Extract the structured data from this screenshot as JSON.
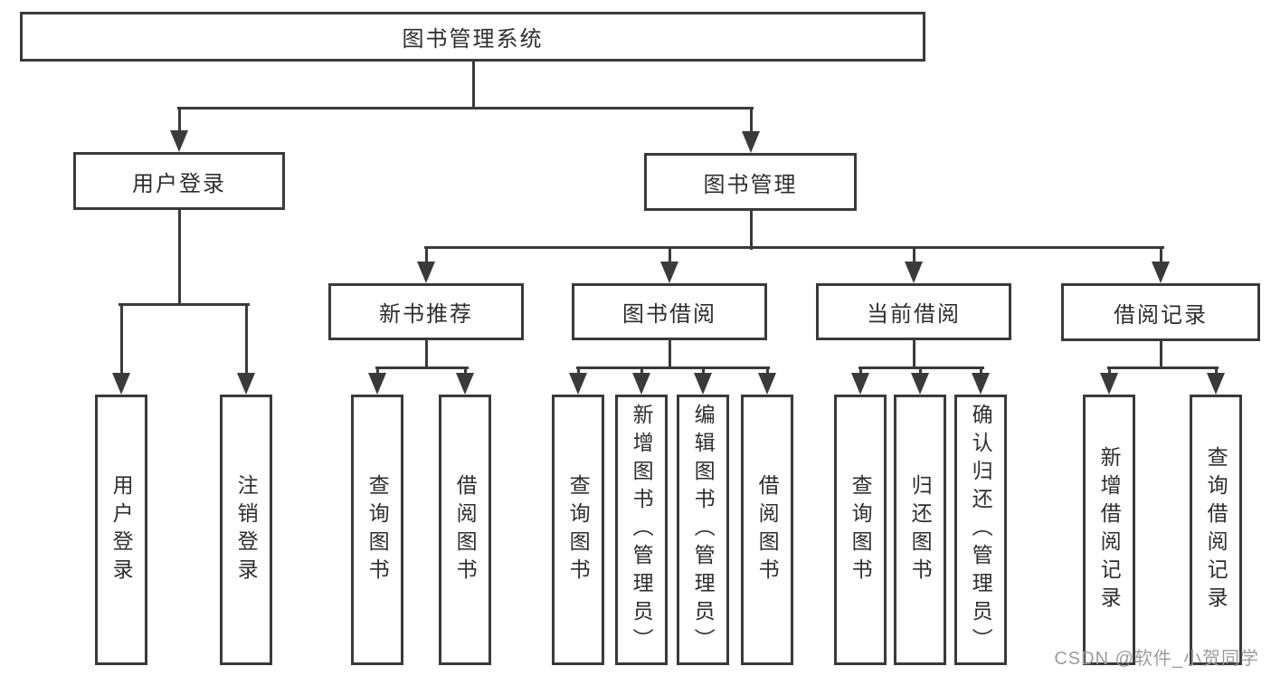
{
  "nodes": {
    "root": "图书管理系统",
    "user_login": "用户登录",
    "book_mgmt": "图书管理",
    "new_rec": "新书推荐",
    "borrow": "图书借阅",
    "current": "当前借阅",
    "records": "借阅记录",
    "ul_login": "用户登录",
    "ul_logout": "注销登录",
    "nr_query": "查询图书",
    "nr_borrow": "借阅图书",
    "bb_query": "查询图书",
    "bb_add": "新增图书（管理员）",
    "bb_edit": "编辑图书（管理员）",
    "bb_borrow": "借阅图书",
    "cb_query": "查询图书",
    "cb_return": "归还图书",
    "cb_confirm": "确认归还（管理员）",
    "br_add": "新增借阅记录",
    "br_query": "查询借阅记录"
  },
  "hierarchy": {
    "图书管理系统": {
      "用户登录": [
        "用户登录",
        "注销登录"
      ],
      "图书管理": {
        "新书推荐": [
          "查询图书",
          "借阅图书"
        ],
        "图书借阅": [
          "查询图书",
          "新增图书（管理员）",
          "编辑图书（管理员）",
          "借阅图书"
        ],
        "当前借阅": [
          "查询图书",
          "归还图书",
          "确认归还（管理员）"
        ],
        "借阅记录": [
          "新增借阅记录",
          "查询借阅记录"
        ]
      }
    }
  },
  "watermark": {
    "text": "CSDN @软件_小贺同学"
  },
  "colors": {
    "line": "#3a3a3a",
    "text": "#2e2e2e",
    "box_fill": "#ffffff",
    "background": "#ffffff",
    "watermark": "#9c9c9c"
  }
}
